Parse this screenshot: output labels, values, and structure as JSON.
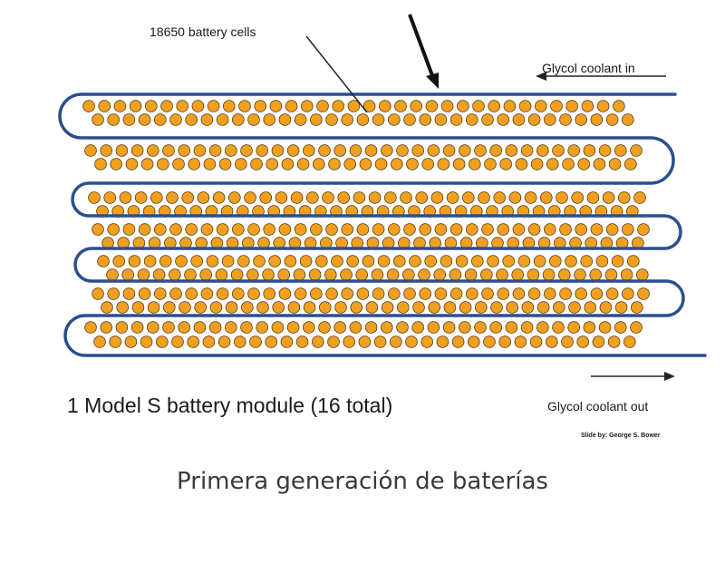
{
  "diagram": {
    "cells_label": "18650 battery cells",
    "coolant_in_label": "Glycol coolant in",
    "coolant_out_label": "Glycol coolant out",
    "module_label": "1 Model S battery module (16 total)",
    "credit_label": "Slide by: George S. Bower",
    "cell_fill": "#f0a020",
    "cell_stroke": "#5a3a10",
    "tube_color": "#2a4f8f"
  },
  "caption": "Primera generación de baterías"
}
